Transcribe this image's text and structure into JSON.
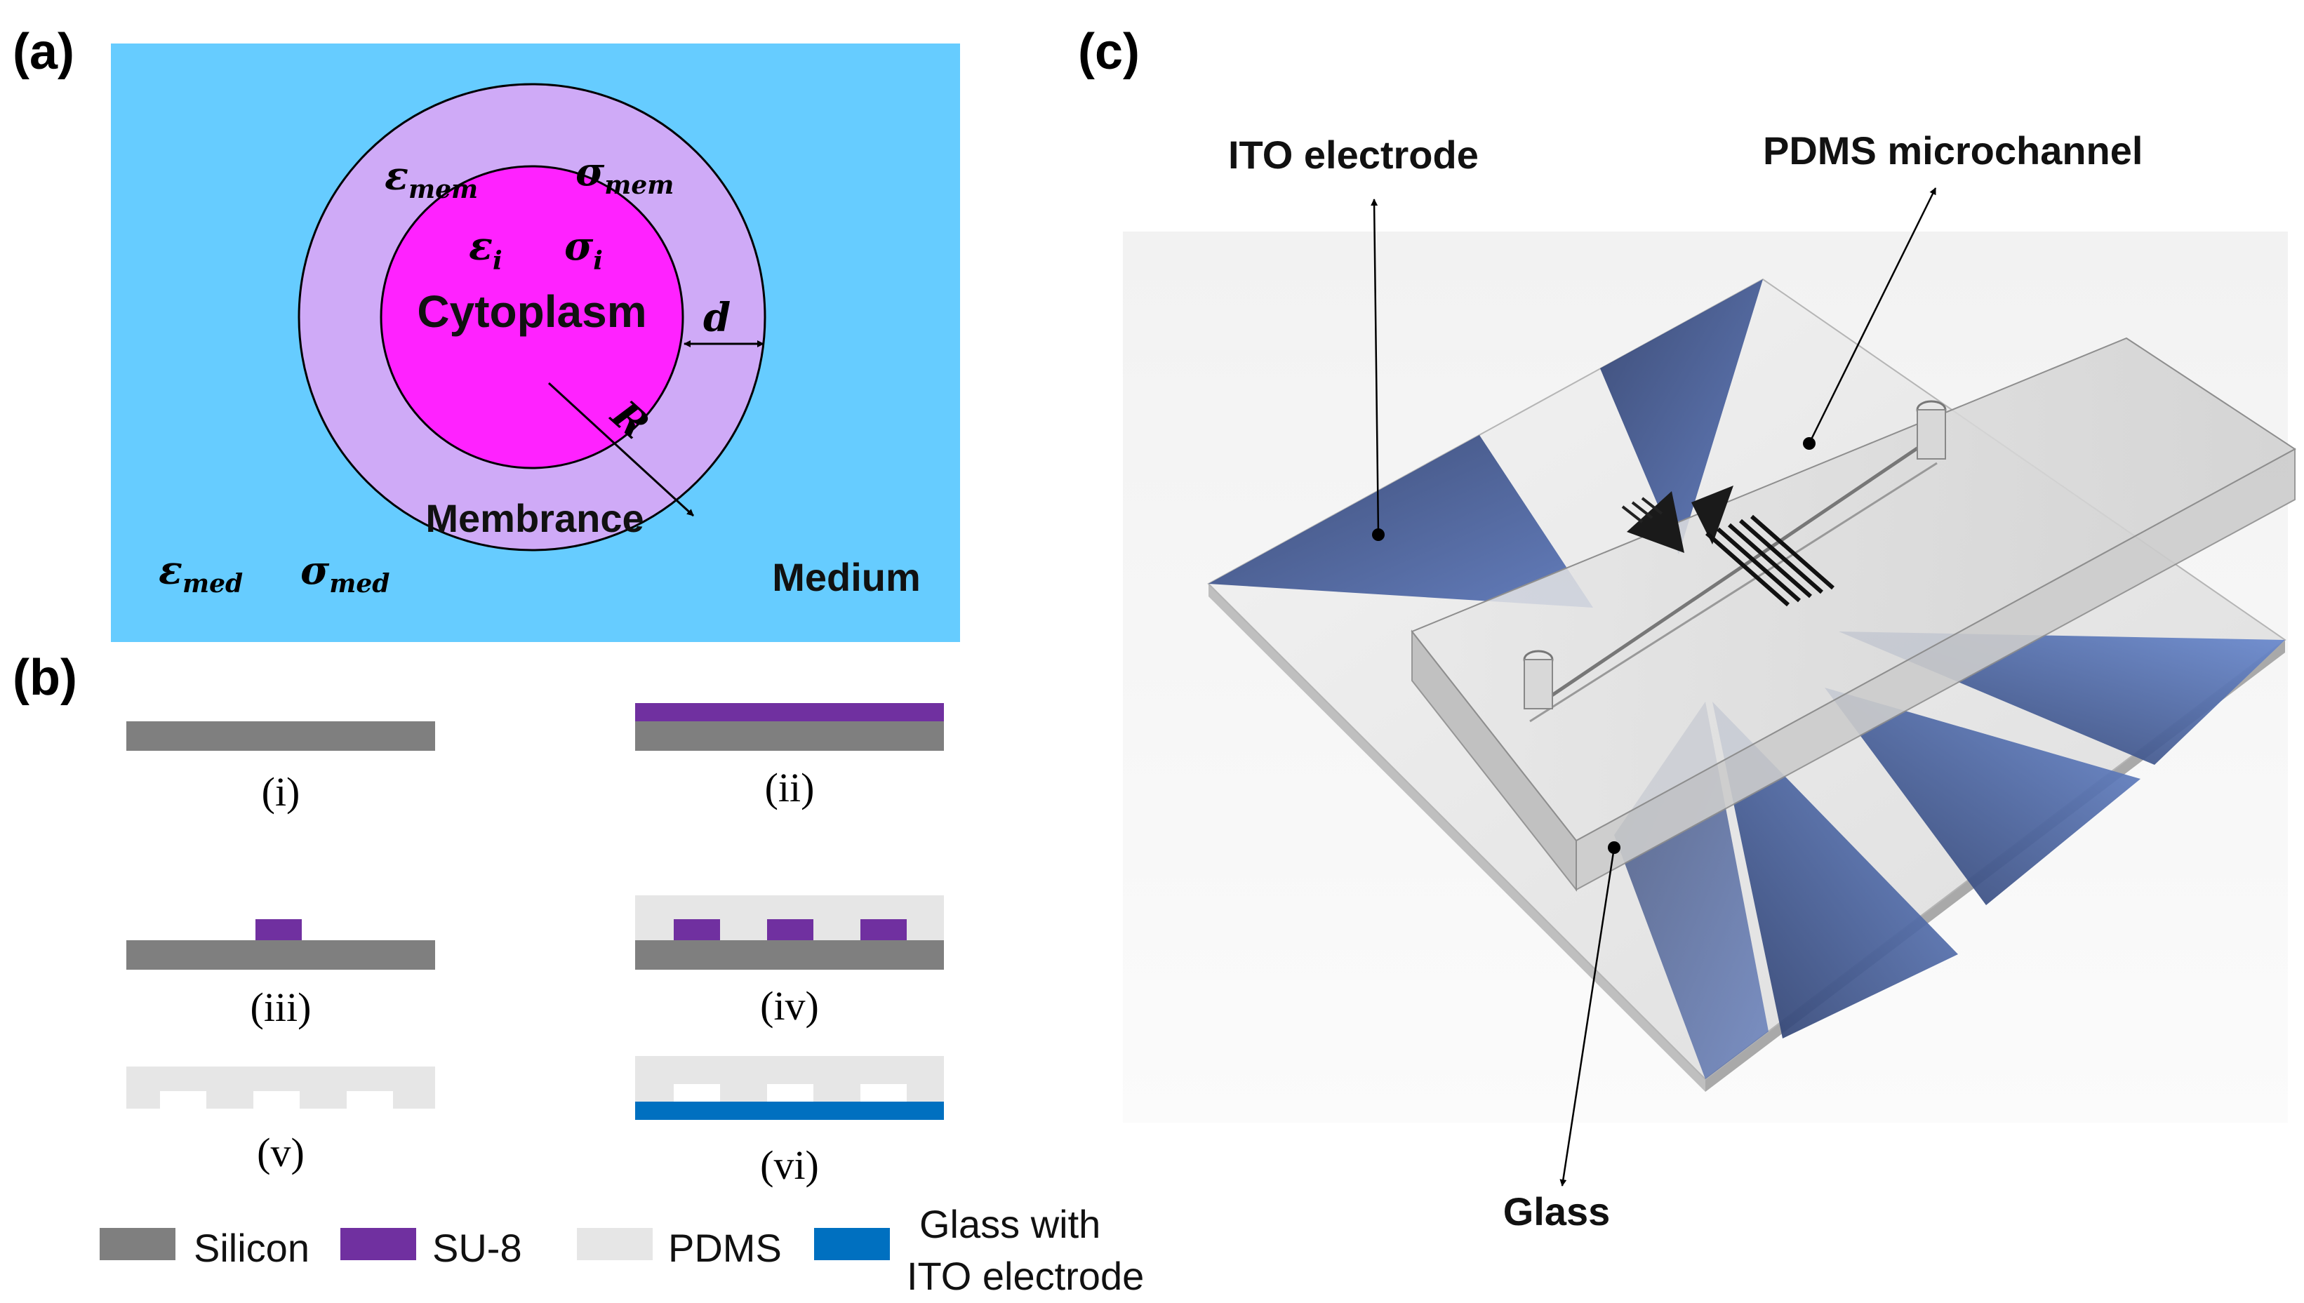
{
  "panel_a": {
    "label": "(a)",
    "eps_mem": {
      "base": "ε",
      "sub": "mem"
    },
    "sigma_mem": {
      "base": "σ",
      "sub": "mem"
    },
    "eps_i": {
      "base": "ε",
      "sub": "i"
    },
    "sigma_i": {
      "base": "σ",
      "sub": "i"
    },
    "cytoplasm": "Cytoplasm",
    "d": "d",
    "R": "R",
    "membrane": "Membrance",
    "eps_med": {
      "base": "ε",
      "sub": "med"
    },
    "sigma_med": {
      "base": "σ",
      "sub": "med"
    },
    "medium": "Medium",
    "colors": {
      "medium": "#66ccff",
      "membrane": "#cfaaf7",
      "cytoplasm": "#ff22ff"
    }
  },
  "panel_b": {
    "label": "(b)",
    "steps": [
      "(i)",
      "(ii)",
      "(iii)",
      "(iv)",
      "(v)",
      "(vi)"
    ],
    "legend": [
      {
        "label": "Silicon",
        "color": "#7f7f7f"
      },
      {
        "label": "SU-8",
        "color": "#7030a0"
      },
      {
        "label": "PDMS",
        "color": "#e6e6e6"
      },
      {
        "label_line1": "Glass with",
        "label_line2": "ITO electrode",
        "color": "#0070c0"
      }
    ]
  },
  "panel_c": {
    "label": "(c)",
    "ito_electrode": "ITO electrode",
    "pdms_microchannel": "PDMS microchannel",
    "glass": "Glass"
  }
}
